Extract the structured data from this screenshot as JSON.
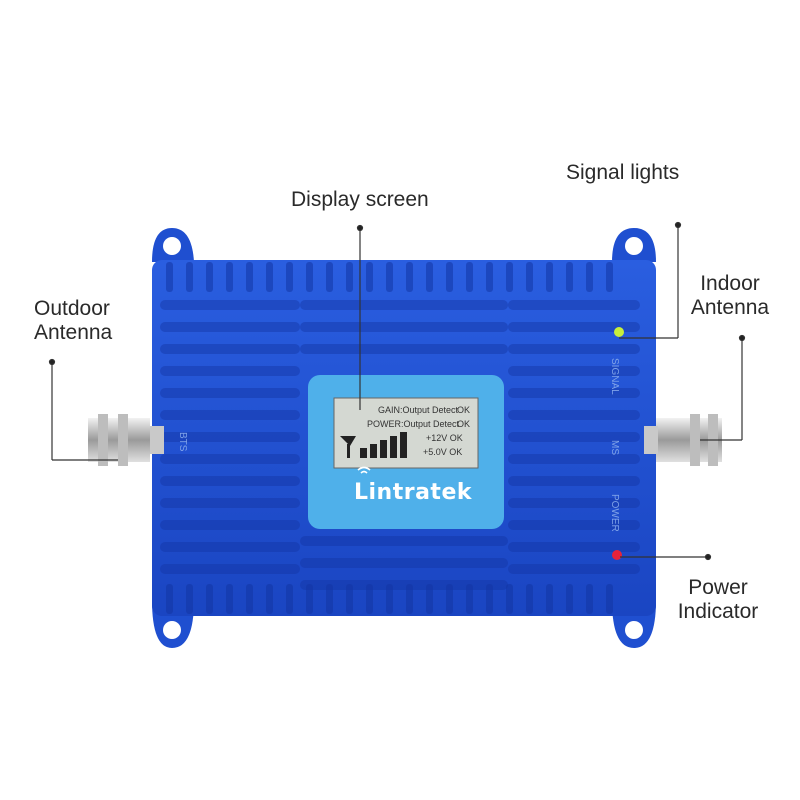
{
  "labels": {
    "display_screen": "Display screen",
    "signal_lights": "Signal lights",
    "outdoor_antenna_l1": "Outdoor",
    "outdoor_antenna_l2": "Antenna",
    "indoor_antenna_l1": "Indoor",
    "indoor_antenna_l2": "Antenna",
    "power_indicator_l1": "Power",
    "power_indicator_l2": "Indicator"
  },
  "lcd": {
    "row1_label": "GAIN:Output Detect",
    "row1_status": "OK",
    "row2_label": "POWER:Output Detect",
    "row2_status": "OK",
    "row3": "+12V OK",
    "row4": "+5.0V OK"
  },
  "device": {
    "brand": "Lintratek",
    "side_signal": "SIGNAL",
    "side_power": "POWER",
    "port_left": "BTS",
    "port_right": "MS"
  },
  "colors": {
    "chassis": "#1f4fd0",
    "chassis_dark": "#0f2f98",
    "screen_frame": "#4fb0ea",
    "lcd": "#d4d8d2",
    "signal_led": "#c8ef3a",
    "power_led": "#e8223a"
  }
}
